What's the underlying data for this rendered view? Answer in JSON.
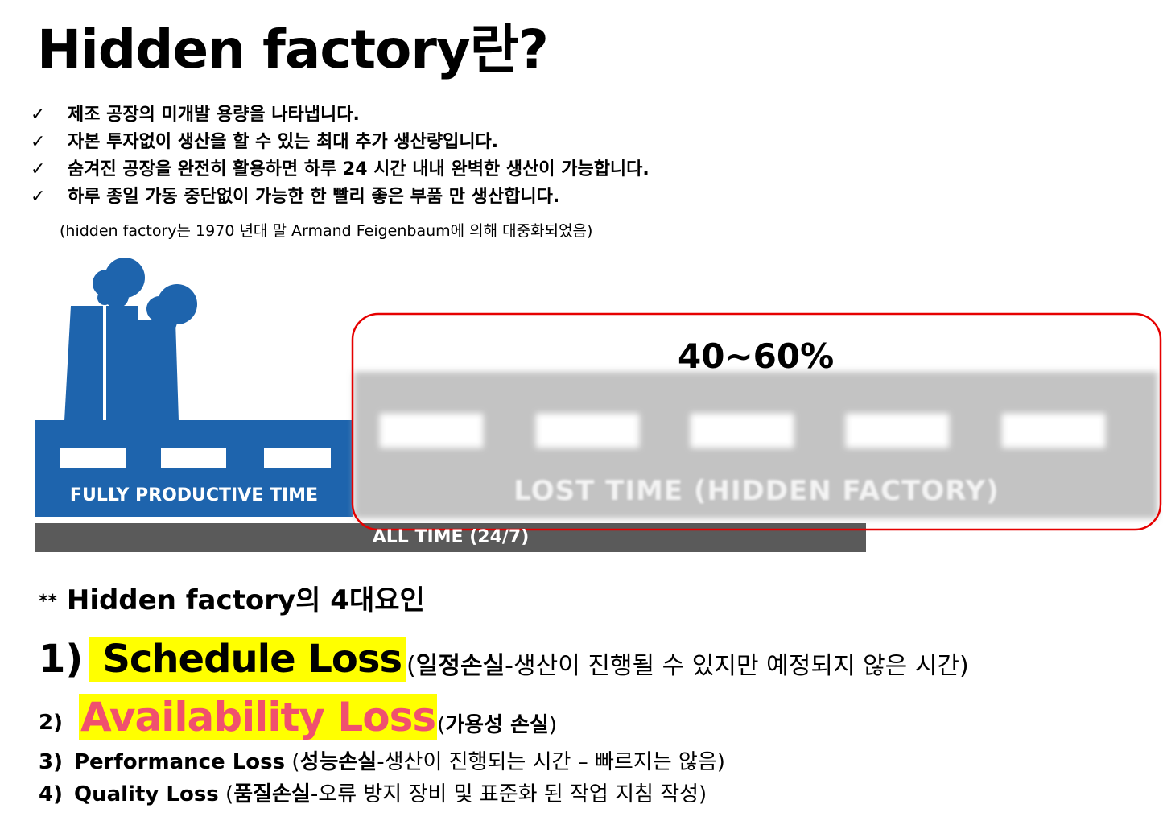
{
  "slide": {
    "title": "Hidden factory란?",
    "bullets": [
      "제조 공장의 미개발 용량을 나타냅니다.",
      "자본 투자없이 생산을 할 수 있는 최대 추가 생산량입니다.",
      "숨겨진 공장을 완전히 활용하면 하루 24 시간 내내 완벽한 생산이 가능합니다.",
      "하루 종일 가동 중단없이 가능한 한 빨리 좋은 부품 만 생산합니다."
    ],
    "bullet_mark": "✓",
    "note": "(hidden factory는 1970 년대 말 Armand Feigenbaum에 의해 대중화되었음)"
  },
  "illustration": {
    "percent": "40~60%",
    "lost_label": "LOST TIME (HIDDEN FACTORY)",
    "full_label": "FULLY PRODUCTIVE TIME",
    "all_label": "ALL TIME (24/7)",
    "colors": {
      "factory": "#1e64ad",
      "lost": "#c3c3c3",
      "all_time_bar": "#5a5a5a",
      "highlight_border": "#e60000"
    }
  },
  "factors": {
    "stars": "**",
    "heading": "Hidden factory의 4대요인",
    "items": [
      {
        "num": "1)",
        "name": "Schedule Loss",
        "paren_open": "(",
        "key": "일정손실",
        "rest": "-생산이 진행될 수 있지만 예정되지 않은 시간)"
      },
      {
        "num": "2)",
        "name": "Availability Loss",
        "paren_open": "(",
        "key": "가용성 손실",
        "rest": ")"
      },
      {
        "num": "3)",
        "name": "Performance Loss",
        "paren_open": " (",
        "key": "성능손실",
        "rest": "-생산이 진행되는 시간 – 빠르지는 않음)"
      },
      {
        "num": "4)",
        "name": "Quality Loss",
        "paren_open": " (",
        "key": "품질손실",
        "rest": "-오류 방지 장비 및 표준화 된 작업 지침 작성)"
      }
    ],
    "highlight_color": "#ffff00",
    "availability_text_color": "#f0506e"
  }
}
